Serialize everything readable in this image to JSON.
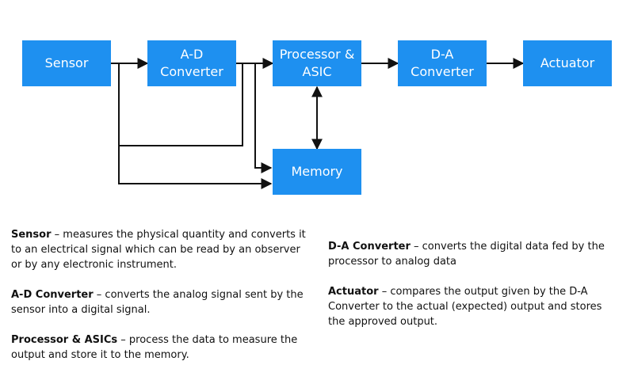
{
  "blocks": {
    "sensor": {
      "line1": "Sensor",
      "line2": ""
    },
    "adc": {
      "line1": "A-D",
      "line2": "Converter"
    },
    "processor": {
      "line1": "Processor &",
      "line2": "ASIC"
    },
    "dac": {
      "line1": "D-A",
      "line2": "Converter"
    },
    "actuator": {
      "line1": "Actuator",
      "line2": ""
    },
    "memory": {
      "line1": "Memory",
      "line2": ""
    }
  },
  "descriptions": {
    "sensor": {
      "term": "Sensor",
      "text": " – measures the physical quantity and converts it to an electrical signal which can be read by an observer or by any electronic instrument."
    },
    "adc": {
      "term": "A-D Converter",
      "text": " – converts the analog signal sent by the sensor into a digital signal."
    },
    "processor": {
      "term": "Processor & ASICs",
      "text": " – process the data to measure the output and store it to the memory."
    },
    "dac": {
      "term": "D-A Converter",
      "text": " – converts the digital data fed by the processor to analog data"
    },
    "actuator": {
      "term": "Actuator",
      "text": " – compares the output given by the D-A Converter to the actual (expected) output and stores the approved output."
    }
  },
  "colors": {
    "block_fill": "#1e90f0",
    "block_text": "#ffffff",
    "line": "#111111"
  }
}
